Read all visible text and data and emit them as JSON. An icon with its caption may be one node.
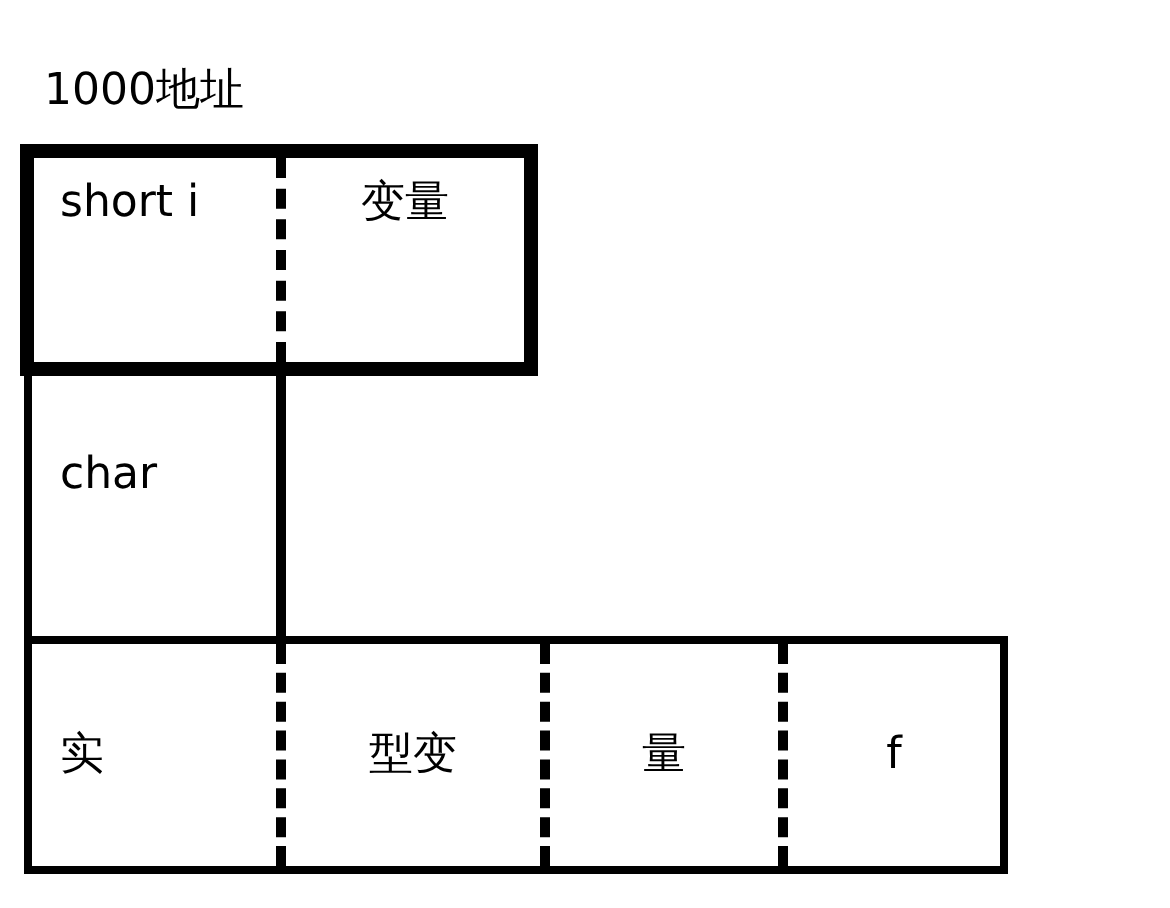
{
  "diagram": {
    "nodes": [
      {
        "text": [],
        "shape": "box"
      },
      {
        "text": [
          "short i"
        ],
        "in": 0
      },
      {
        "text": [
          "变量"
        ],
        "in": 0
      },
      {
        "text": [
          "char"
        ]
      },
      {
        "text": [],
        "shape": "box"
      },
      {
        "text": [
          "实"
        ],
        "in": 4
      },
      {
        "text": [
          "型变"
        ],
        "in": 4
      },
      {
        "text": [
          "量"
        ],
        "in": 4
      },
      {
        "text": [
          "f"
        ],
        "in": 4
      }
    ],
    "labels": [
      "1000地址"
    ]
  }
}
